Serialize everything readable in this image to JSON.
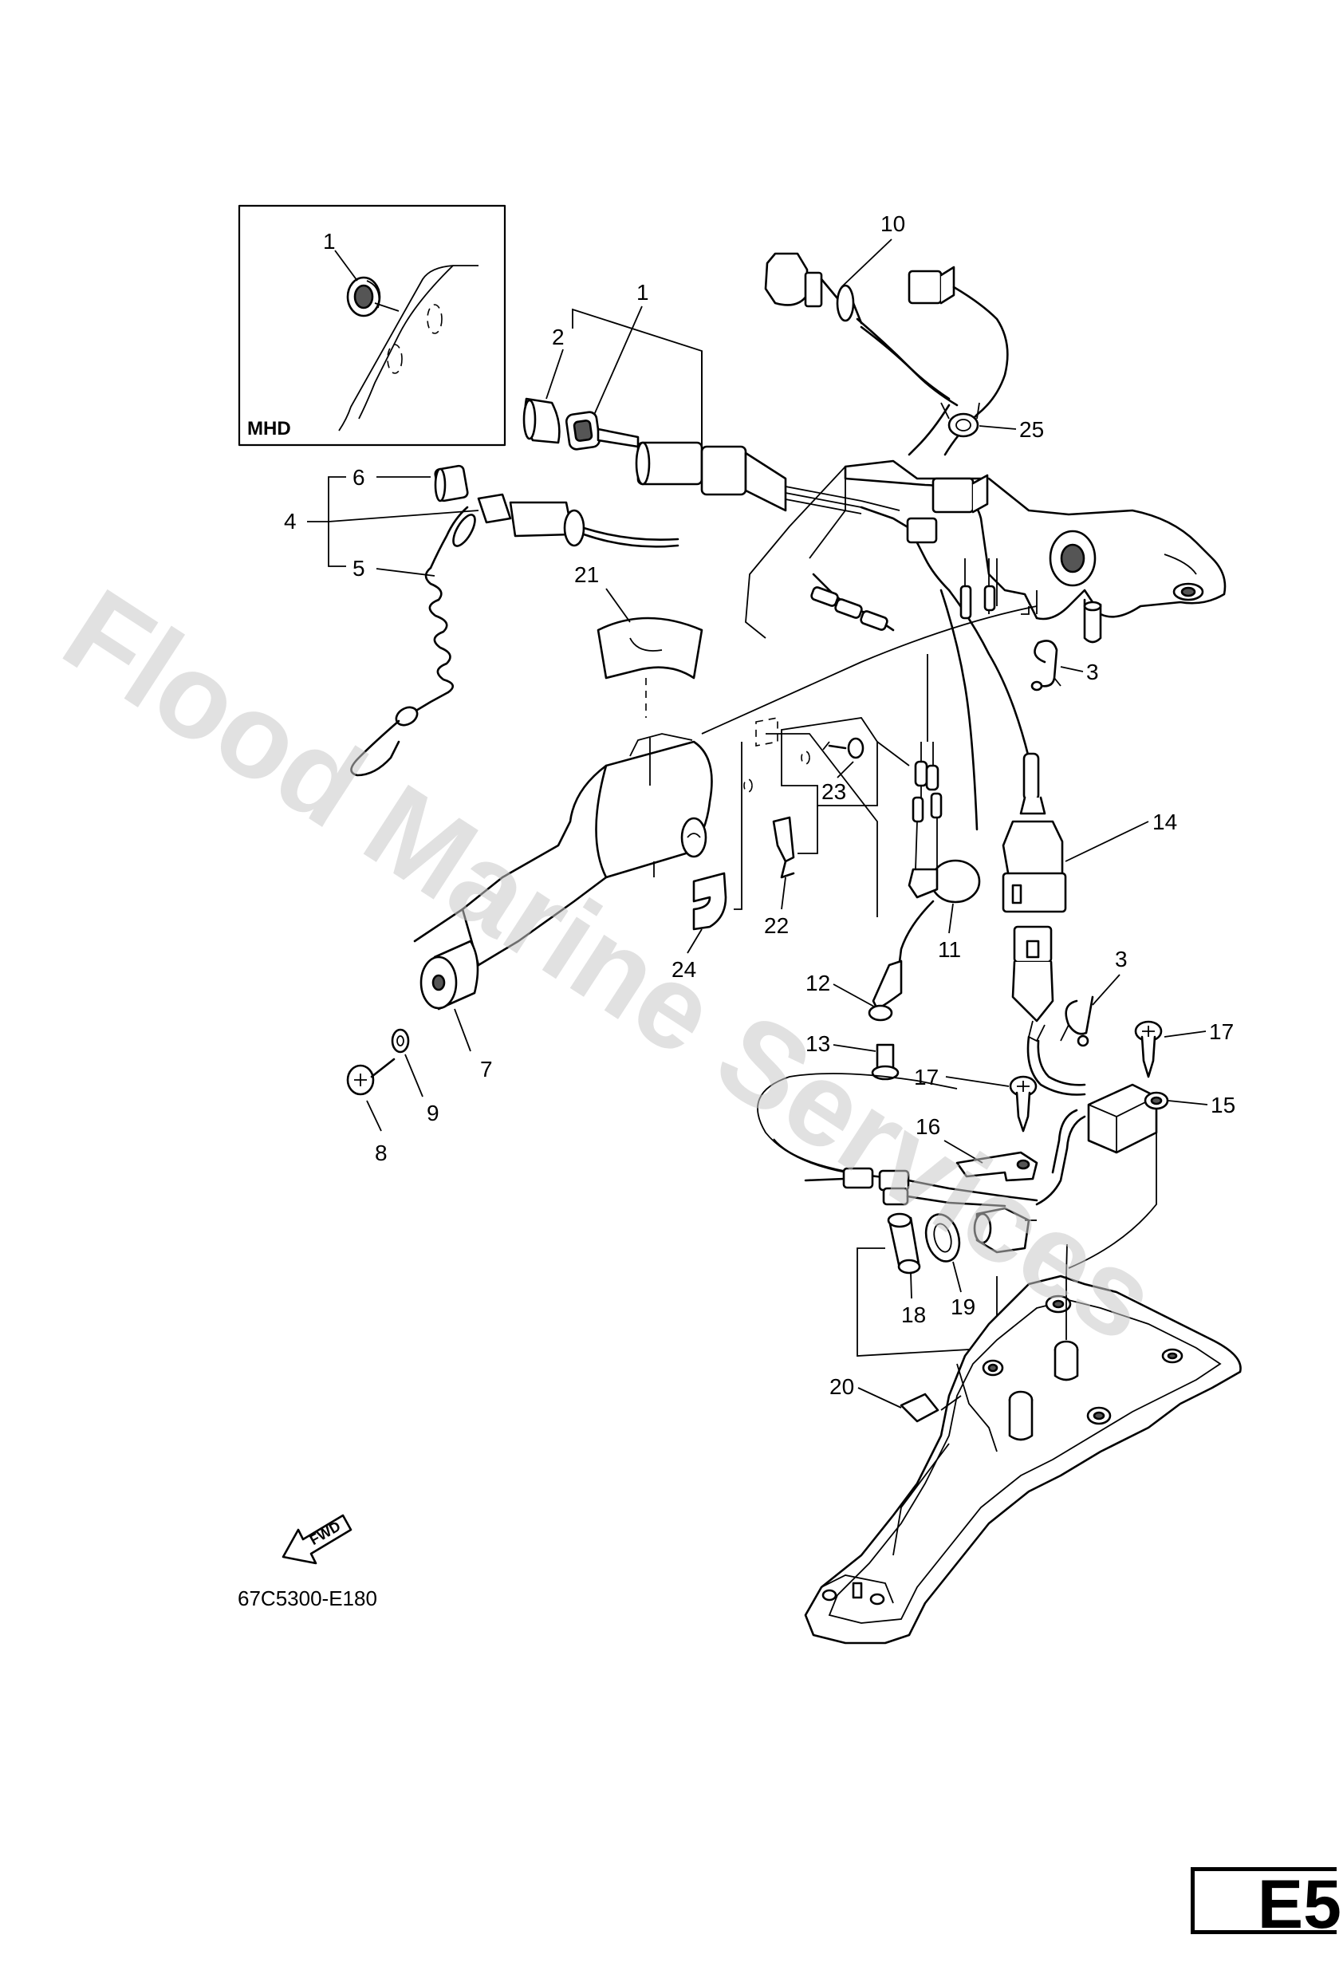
{
  "inset": {
    "label": "MHD"
  },
  "diagram_code": "67C5300-E180",
  "fwd_label": "FWD",
  "watermark": "Flood Marine Services",
  "page_tag": "E5",
  "callouts": [
    {
      "id": "c-inset-1",
      "text": "1"
    },
    {
      "id": "c-1",
      "text": "1"
    },
    {
      "id": "c-2",
      "text": "2"
    },
    {
      "id": "c-3a",
      "text": "3"
    },
    {
      "id": "c-3b",
      "text": "3"
    },
    {
      "id": "c-4",
      "text": "4"
    },
    {
      "id": "c-5",
      "text": "5"
    },
    {
      "id": "c-6",
      "text": "6"
    },
    {
      "id": "c-7",
      "text": "7"
    },
    {
      "id": "c-8",
      "text": "8"
    },
    {
      "id": "c-9",
      "text": "9"
    },
    {
      "id": "c-10",
      "text": "10"
    },
    {
      "id": "c-11",
      "text": "11"
    },
    {
      "id": "c-12",
      "text": "12"
    },
    {
      "id": "c-13",
      "text": "13"
    },
    {
      "id": "c-14",
      "text": "14"
    },
    {
      "id": "c-15",
      "text": "15"
    },
    {
      "id": "c-16",
      "text": "16"
    },
    {
      "id": "c-17a",
      "text": "17"
    },
    {
      "id": "c-17b",
      "text": "17"
    },
    {
      "id": "c-18",
      "text": "18"
    },
    {
      "id": "c-19",
      "text": "19"
    },
    {
      "id": "c-20",
      "text": "20"
    },
    {
      "id": "c-21",
      "text": "21"
    },
    {
      "id": "c-22",
      "text": "22"
    },
    {
      "id": "c-23",
      "text": "23"
    },
    {
      "id": "c-24",
      "text": "24"
    },
    {
      "id": "c-25",
      "text": "25"
    }
  ]
}
